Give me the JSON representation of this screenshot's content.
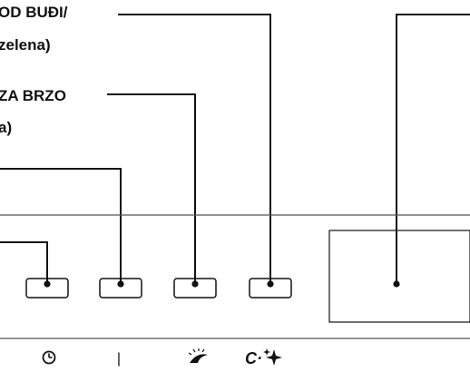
{
  "labels": {
    "line1a": "OD BUĐI/",
    "line1b": "zelena)",
    "line2a": "ZA BRZO",
    "line2b": "a)"
  },
  "icon_strip": {
    "timer_icon": "clock-icon",
    "power_mark": "|",
    "mode_icon": "moon-sun-icon",
    "extra_icon": "sparkle-icon",
    "extra_prefix": "C·"
  },
  "colors": {
    "line": "#111111",
    "divider": "#555555"
  }
}
